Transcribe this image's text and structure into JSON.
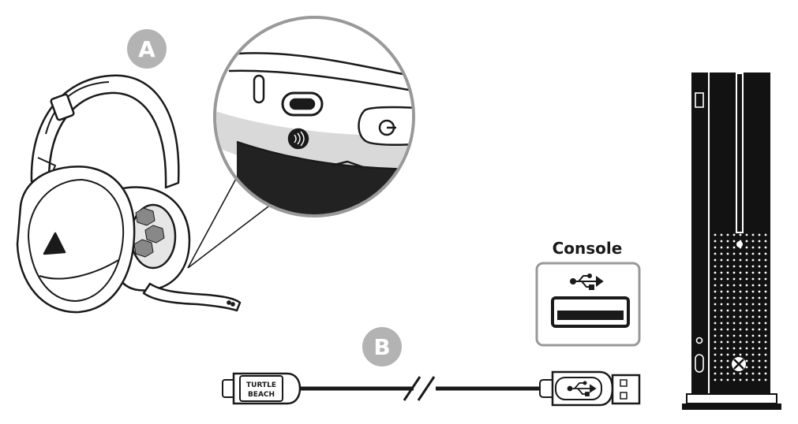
{
  "markers": {
    "headset": "A",
    "cable": "B"
  },
  "port_box": {
    "label": "Console",
    "icon": "usb-icon"
  },
  "cable_plug": {
    "brand_line1": "TURTLE",
    "brand_line2": "BEACH",
    "icon": "usb-icon"
  },
  "headset_controls": {
    "usb_c_port_icon": "usb-c-port-icon",
    "pairing_button_icon": "wireless-pairing-icon",
    "power_button_icon": "power-icon"
  },
  "console_icon": "xbox-logo-icon",
  "colors": {
    "marker_gray": "#b3b3b3",
    "ink": "#1a1a1a",
    "console_black": "#121212"
  }
}
